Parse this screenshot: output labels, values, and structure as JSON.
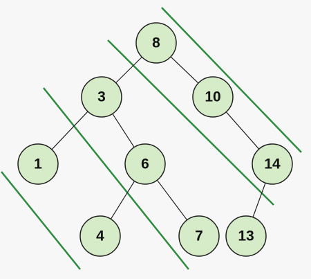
{
  "tree": {
    "nodes": [
      {
        "id": "n8",
        "label": "8"
      },
      {
        "id": "n3",
        "label": "3"
      },
      {
        "id": "n10",
        "label": "10"
      },
      {
        "id": "n1",
        "label": "1"
      },
      {
        "id": "n6",
        "label": "6"
      },
      {
        "id": "n14",
        "label": "14"
      },
      {
        "id": "n4",
        "label": "4"
      },
      {
        "id": "n7",
        "label": "7"
      },
      {
        "id": "n13",
        "label": "13"
      }
    ],
    "edges": [
      {
        "from": "n8",
        "to": "n3"
      },
      {
        "from": "n8",
        "to": "n10"
      },
      {
        "from": "n3",
        "to": "n1"
      },
      {
        "from": "n3",
        "to": "n6"
      },
      {
        "from": "n10",
        "to": "n14"
      },
      {
        "from": "n6",
        "to": "n4"
      },
      {
        "from": "n6",
        "to": "n7"
      },
      {
        "from": "n14",
        "to": "n13"
      }
    ],
    "diagonal_line_count": 4
  },
  "colors": {
    "node_fill": "#d6ecc8",
    "node_stroke": "#1f1f1f",
    "edge": "#1f1f1f",
    "diagonal_lines": "#2e8b3f",
    "background": "#f7f7f7"
  }
}
